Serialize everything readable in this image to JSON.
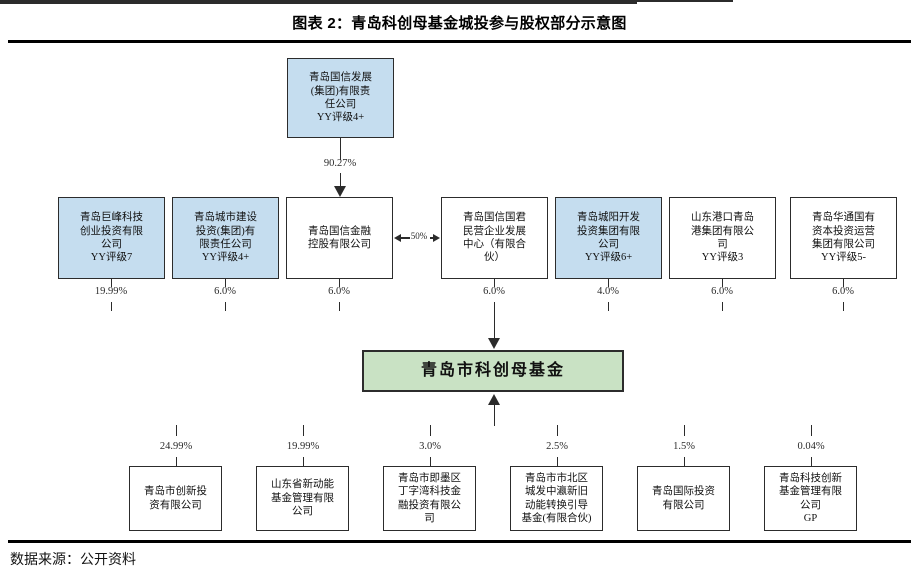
{
  "title": "图表 2：青岛科创母基金城投参与股权部分示意图",
  "source": "数据来源：公开资料",
  "colors": {
    "blue_fill": "#c5ddef",
    "green_fill": "#c9e2c4",
    "white_fill": "#ffffff",
    "border": "#2c2c2c",
    "line": "#2b2b2b"
  },
  "diagram": {
    "type": "org-ownership-chart",
    "top_node": {
      "label": "青岛国信发展\n(集团)有限责\n任公司\nYY评级4+",
      "fill": "blue"
    },
    "top_link": {
      "percent": "90.27%",
      "from": "青岛国信发展(集团)有限责任公司",
      "to": "青岛国信金融控股有限公司"
    },
    "side_link": {
      "percent": "50%",
      "from": "青岛国信金融控股有限公司",
      "to": "青岛国信国君民营企业发展中心（有限合伙）"
    },
    "center_node": {
      "label": "青岛市科创母基金",
      "fill": "green"
    },
    "shareholders_upper": [
      {
        "label": "青岛巨峰科技\n创业投资有限\n公司\nYY评级7",
        "percent": "19.99%",
        "fill": "blue"
      },
      {
        "label": "青岛城市建设\n投资(集团)有\n限责任公司\nYY评级4+",
        "percent": "6.0%",
        "fill": "blue"
      },
      {
        "label": "青岛国信金融\n控股有限公司",
        "percent": "6.0%",
        "fill": "white"
      },
      {
        "label": "青岛国信国君\n民营企业发展\n中心（有限合\n伙）",
        "percent": "6.0%",
        "fill": "white"
      },
      {
        "label": "青岛城阳开发\n投资集团有限\n公司\nYY评级6+",
        "percent": "4.0%",
        "fill": "blue"
      },
      {
        "label": "山东港口青岛\n港集团有限公\n司\nYY评级3",
        "percent": "6.0%",
        "fill": "white"
      },
      {
        "label": "青岛华通国有\n资本投资运营\n集团有限公司\nYY评级5-",
        "percent": "6.0%",
        "fill": "white"
      }
    ],
    "shareholders_lower": [
      {
        "label": "青岛市创新投\n资有限公司",
        "percent": "24.99%",
        "fill": "white"
      },
      {
        "label": "山东省新动能\n基金管理有限\n公司",
        "percent": "19.99%",
        "fill": "white"
      },
      {
        "label": "青岛市即墨区\n丁字湾科技金\n融投资有限公\n司",
        "percent": "3.0%",
        "fill": "white"
      },
      {
        "label": "青岛市市北区\n城发中瀛新旧\n动能转换引导\n基金(有限合伙)",
        "percent": "2.5%",
        "fill": "white"
      },
      {
        "label": "青岛国际投资\n有限公司",
        "percent": "1.5%",
        "fill": "white"
      },
      {
        "label": "青岛科技创新\n基金管理有限\n公司\nGP",
        "percent": "0.04%",
        "fill": "white"
      }
    ]
  }
}
